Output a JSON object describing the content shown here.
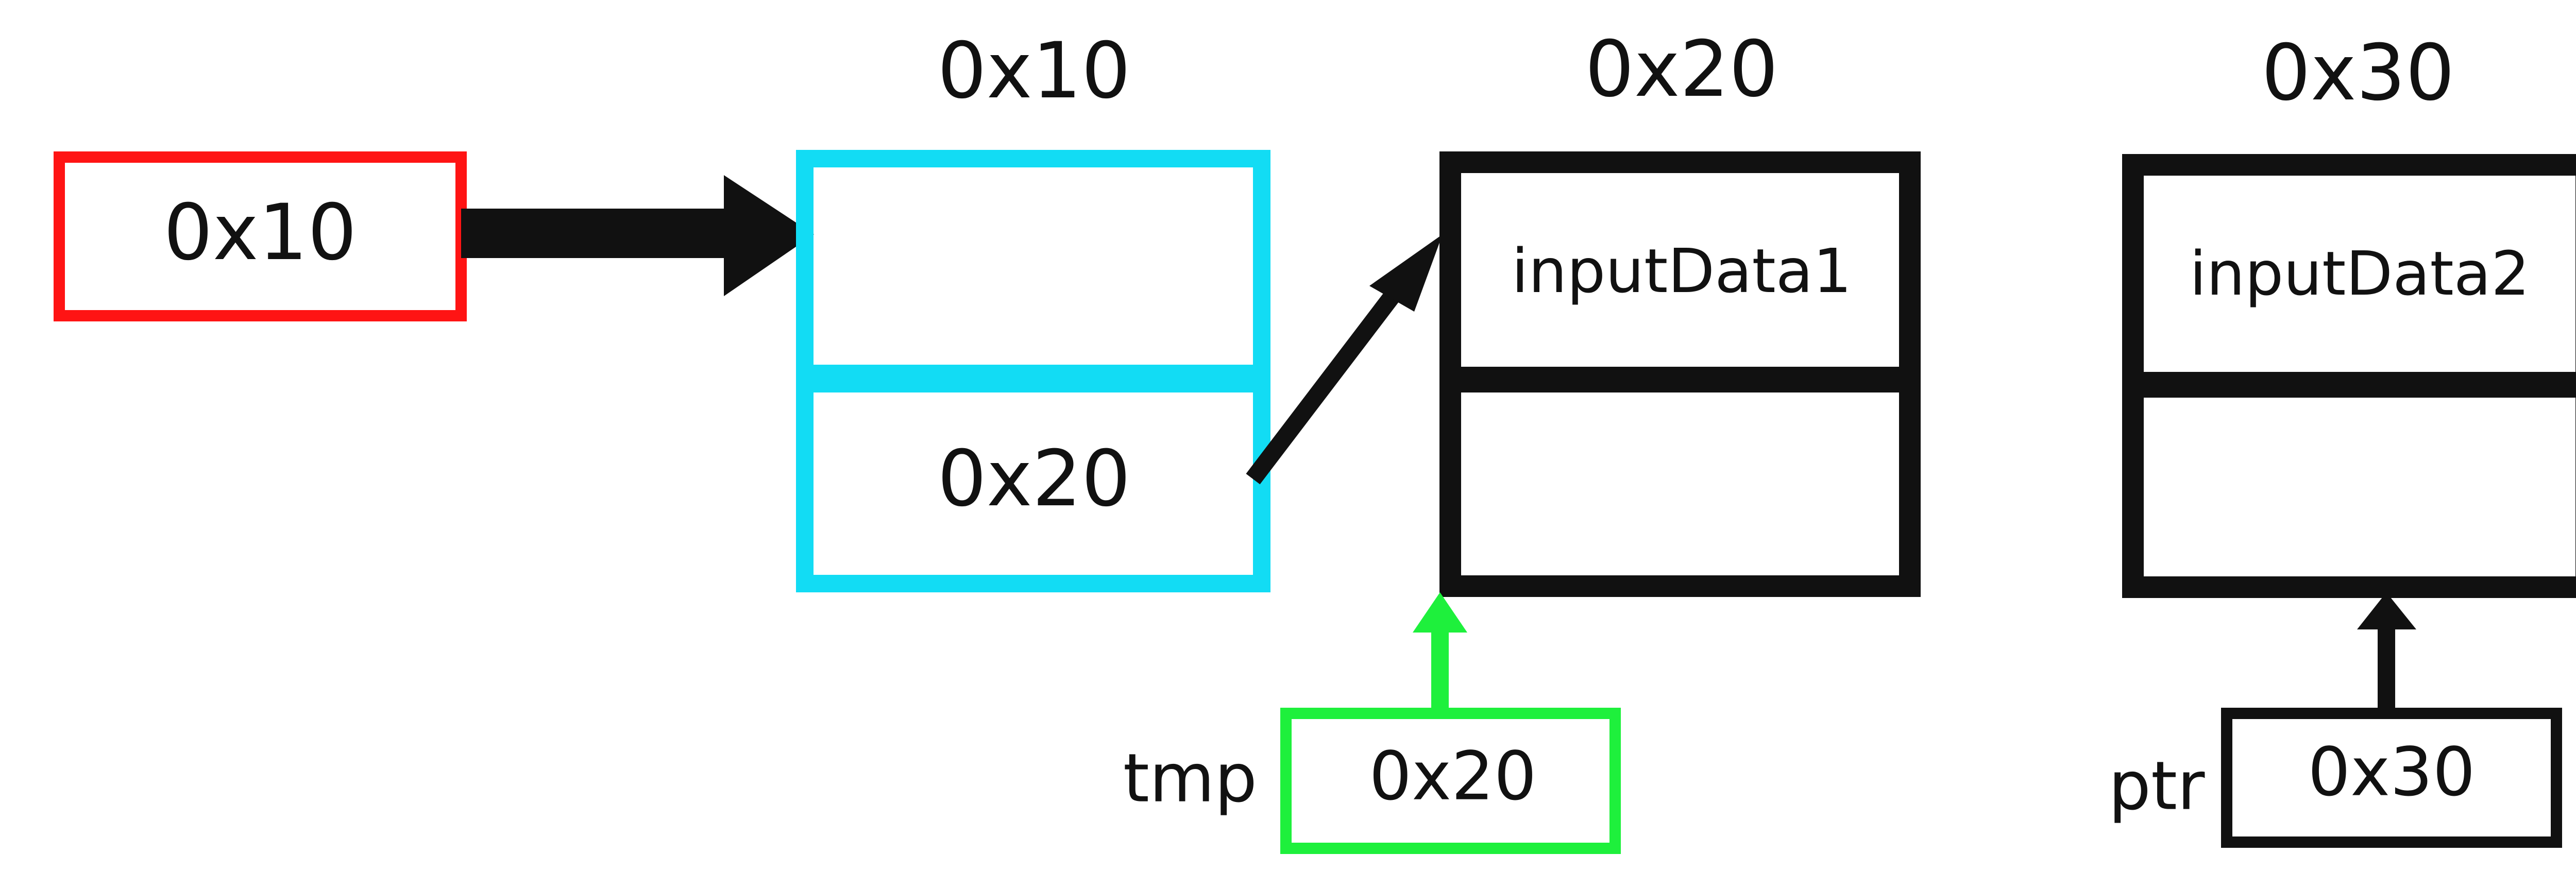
{
  "colors": {
    "head_pointer": "#ff1414",
    "first_node": "#12dcf4",
    "tmp_pointer": "#1ef03c",
    "black": "#111111"
  },
  "head": {
    "value": "0x10"
  },
  "nodes": [
    {
      "address": "0x10",
      "data": "",
      "next": "0x20"
    },
    {
      "address": "0x20",
      "data": "inputData1",
      "next": ""
    },
    {
      "address": "0x30",
      "data": "inputData2",
      "next": ""
    }
  ],
  "tmp": {
    "label": "tmp",
    "value": "0x20"
  },
  "ptr": {
    "label": "ptr",
    "value": "0x30"
  }
}
